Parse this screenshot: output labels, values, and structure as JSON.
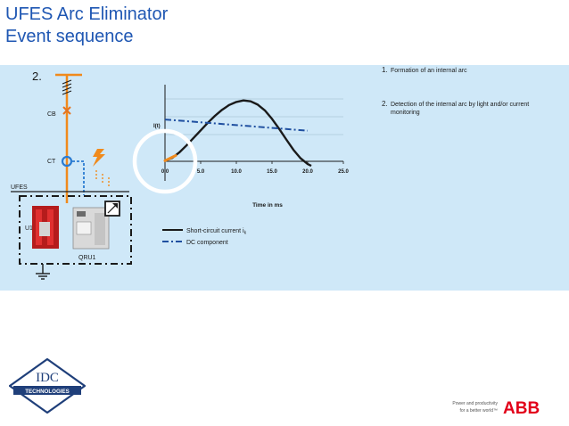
{
  "header": {
    "title": "UFES Arc Eliminator",
    "subtitle": "Event sequence"
  },
  "steps": [
    {
      "number": "1.",
      "text": "Formation of an internal arc"
    },
    {
      "number": "2.",
      "text": "Detection of the internal arc by light and/or current monitoring"
    }
  ],
  "schematic": {
    "step_label": "2.",
    "cb_label": "CB",
    "ct_label": "CT",
    "ufes_label": "UFES",
    "u1_label": "U1",
    "qru_label": "QRU1"
  },
  "chart_data": {
    "type": "line",
    "ylabel": "I(t)",
    "xlabel": "Time in ms",
    "x_ticks": [
      "0.0",
      "5.0",
      "10.0",
      "15.0",
      "20.0",
      "25.0"
    ],
    "xlim": [
      0,
      25
    ],
    "grid": true,
    "series": [
      {
        "name": "Short-circuit current ik",
        "style": "solid",
        "color": "#1a1a1a",
        "x": [
          0,
          1,
          2,
          3,
          4,
          5,
          6,
          7,
          8,
          9,
          10,
          11,
          12,
          13,
          14,
          15,
          16,
          17,
          18,
          19,
          20,
          20.5
        ],
        "y": [
          0.02,
          0.11,
          0.29,
          0.52,
          0.77,
          1.02,
          1.27,
          1.5,
          1.7,
          1.86,
          1.96,
          2.01,
          1.98,
          1.87,
          1.68,
          1.4,
          1.07,
          0.72,
          0.38,
          0.1,
          -0.09,
          -0.15
        ]
      },
      {
        "name": "DC component",
        "style": "dash-dot",
        "color": "#1f4fa0",
        "x": [
          0,
          20
        ],
        "y": [
          1.38,
          1.01
        ]
      }
    ],
    "arc_onset": {
      "x": [
        0,
        1.5
      ],
      "y": [
        0.02,
        0.19
      ],
      "color": "#f08a1c"
    },
    "legend": [
      {
        "label": "Short-circuit current i",
        "subscript": "k",
        "style": "solid"
      },
      {
        "label": "DC component",
        "style": "dash-dot"
      }
    ]
  },
  "footer": {
    "idc_top": "IDC",
    "idc_band": "TECHNOLOGIES",
    "tagline_1": "Power and productivity",
    "tagline_2": "for a better world™",
    "abb": "ABB"
  },
  "colors": {
    "title": "#1f57b3",
    "panel": "#cfe8f8",
    "orange": "#f08a1c",
    "ct_blue": "#2a7bd1",
    "abb_red": "#e2001a"
  }
}
